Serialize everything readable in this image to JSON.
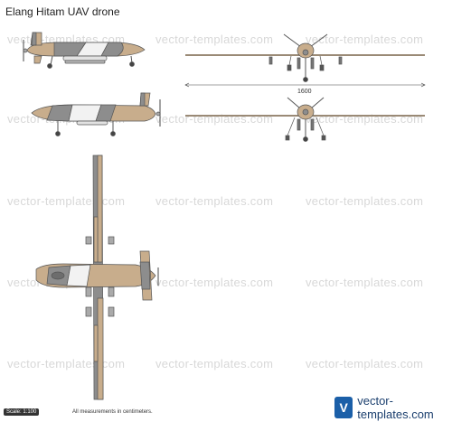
{
  "page": {
    "title": "Elang Hitam UAV drone"
  },
  "watermark_text": "vector-templates.com",
  "dimensions": {
    "wingspan_label": "1600"
  },
  "footer": {
    "scale_label": "Scale: 1:100",
    "note": "All measurements in centimeters.",
    "logo_mark": "V",
    "logo_text": "vector-templates.com"
  },
  "colors": {
    "camo_tan": "#c8ad8c",
    "camo_grey": "#8d8d8d",
    "camo_white": "#f2f2f2",
    "outline": "#555555",
    "brand_blue": "#1b5fa8"
  }
}
